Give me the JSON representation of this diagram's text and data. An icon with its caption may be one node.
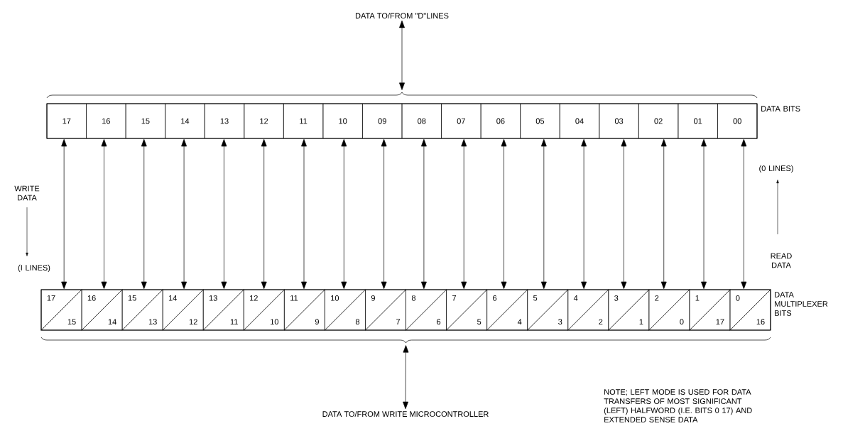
{
  "diagram": {
    "nodes": [
      {
        "text": [
          "DATA TO/FROM \"D\"LINES"
        ]
      },
      {
        "text": [
          "DATA BITS"
        ]
      },
      {
        "text": [
          "17"
        ],
        "in": 1
      },
      {
        "text": [
          "16"
        ],
        "in": 1
      },
      {
        "text": [
          "15"
        ],
        "in": 1
      },
      {
        "text": [
          "14"
        ],
        "in": 1
      },
      {
        "text": [
          "13"
        ],
        "in": 1
      },
      {
        "text": [
          "12"
        ],
        "in": 1
      },
      {
        "text": [
          "11"
        ],
        "in": 1
      },
      {
        "text": [
          "10"
        ],
        "in": 1
      },
      {
        "text": [
          "09"
        ],
        "in": 1
      },
      {
        "text": [
          "08"
        ],
        "in": 1
      },
      {
        "text": [
          "07"
        ],
        "in": 1
      },
      {
        "text": [
          "06"
        ],
        "in": 1
      },
      {
        "text": [
          "05"
        ],
        "in": 1
      },
      {
        "text": [
          "04"
        ],
        "in": 1
      },
      {
        "text": [
          "03"
        ],
        "in": 1
      },
      {
        "text": [
          "02"
        ],
        "in": 1
      },
      {
        "text": [
          "01"
        ],
        "in": 1
      },
      {
        "text": [
          "00"
        ],
        "in": 1
      },
      {
        "text": [
          "DATA MULTIPLEXER BITS"
        ]
      },
      {
        "text": [
          "17",
          "15"
        ],
        "in": 20
      },
      {
        "text": [
          "16",
          "14"
        ],
        "in": 20
      },
      {
        "text": [
          "15",
          "13"
        ],
        "in": 20
      },
      {
        "text": [
          "14",
          "12"
        ],
        "in": 20
      },
      {
        "text": [
          "13",
          "11"
        ],
        "in": 20
      },
      {
        "text": [
          "12",
          "10"
        ],
        "in": 20
      },
      {
        "text": [
          "11",
          "9"
        ],
        "in": 20
      },
      {
        "text": [
          "10",
          "8"
        ],
        "in": 20
      },
      {
        "text": [
          "9",
          "7"
        ],
        "in": 20
      },
      {
        "text": [
          "8",
          "6"
        ],
        "in": 20
      },
      {
        "text": [
          "7",
          "5"
        ],
        "in": 20
      },
      {
        "text": [
          "6",
          "4"
        ],
        "in": 20
      },
      {
        "text": [
          "5",
          "3"
        ],
        "in": 20
      },
      {
        "text": [
          "4",
          "2"
        ],
        "in": 20
      },
      {
        "text": [
          "3",
          "1"
        ],
        "in": 20
      },
      {
        "text": [
          "2",
          "0"
        ],
        "in": 20
      },
      {
        "text": [
          "1",
          "17"
        ],
        "in": 20
      },
      {
        "text": [
          "0",
          "16"
        ],
        "in": 20
      },
      {
        "text": [
          "DATA TO/FROM WRITE MICROCONTROLLER"
        ]
      }
    ],
    "edges": [
      {
        "from": 0,
        "to": 1,
        "arrow": "both"
      },
      {
        "from": 2,
        "to": 21,
        "arrow": "both"
      },
      {
        "from": 3,
        "to": 22,
        "arrow": "both"
      },
      {
        "from": 4,
        "to": 23,
        "arrow": "both"
      },
      {
        "from": 5,
        "to": 24,
        "arrow": "both"
      },
      {
        "from": 6,
        "to": 25,
        "arrow": "both"
      },
      {
        "from": 7,
        "to": 26,
        "arrow": "both"
      },
      {
        "from": 8,
        "to": 27,
        "arrow": "both"
      },
      {
        "from": 9,
        "to": 28,
        "arrow": "both"
      },
      {
        "from": 10,
        "to": 29,
        "arrow": "both"
      },
      {
        "from": 11,
        "to": 30,
        "arrow": "both"
      },
      {
        "from": 12,
        "to": 31,
        "arrow": "both"
      },
      {
        "from": 13,
        "to": 32,
        "arrow": "both"
      },
      {
        "from": 14,
        "to": 33,
        "arrow": "both"
      },
      {
        "from": 15,
        "to": 34,
        "arrow": "both"
      },
      {
        "from": 16,
        "to": 35,
        "arrow": "both"
      },
      {
        "from": 17,
        "to": 36,
        "arrow": "both"
      },
      {
        "from": 18,
        "to": 37,
        "arrow": "both"
      },
      {
        "from": 19,
        "to": 38,
        "arrow": "both"
      },
      {
        "from": 39,
        "to": 20,
        "arrow": "both"
      }
    ],
    "labels": [
      "WRITE DATA",
      "(I LINES)",
      "(0 LINES)",
      "READ DATA",
      "NOTE; LEFT MODE IS USED FOR DATA TRANSFERS OF MOST SIGNIFICANT (LEFT) HALFWORD (I.E. BITS 0 17) AND EXTENDED SENSE DATA"
    ]
  }
}
